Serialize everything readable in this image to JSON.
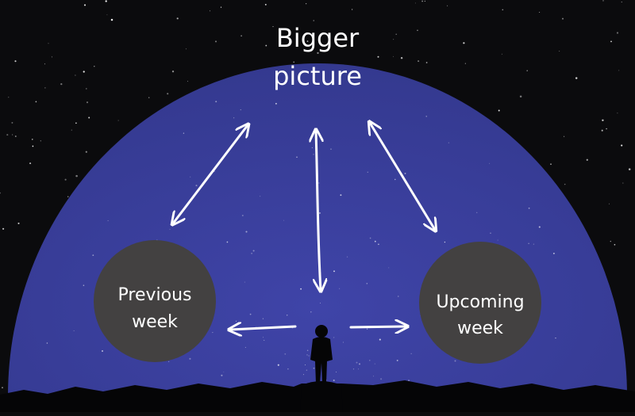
{
  "diagram": {
    "top_label": [
      "Bigger",
      "picture"
    ],
    "left_circle_label": [
      "Previous",
      "week"
    ],
    "right_circle_label": [
      "Upcoming",
      "week"
    ]
  },
  "colors": {
    "sky_outer": "#0b0b0d",
    "dome": "#3a3f9c",
    "circles": "#434141",
    "arrows": "#ffffff",
    "text": "#ffffff",
    "ground": "#050506"
  }
}
